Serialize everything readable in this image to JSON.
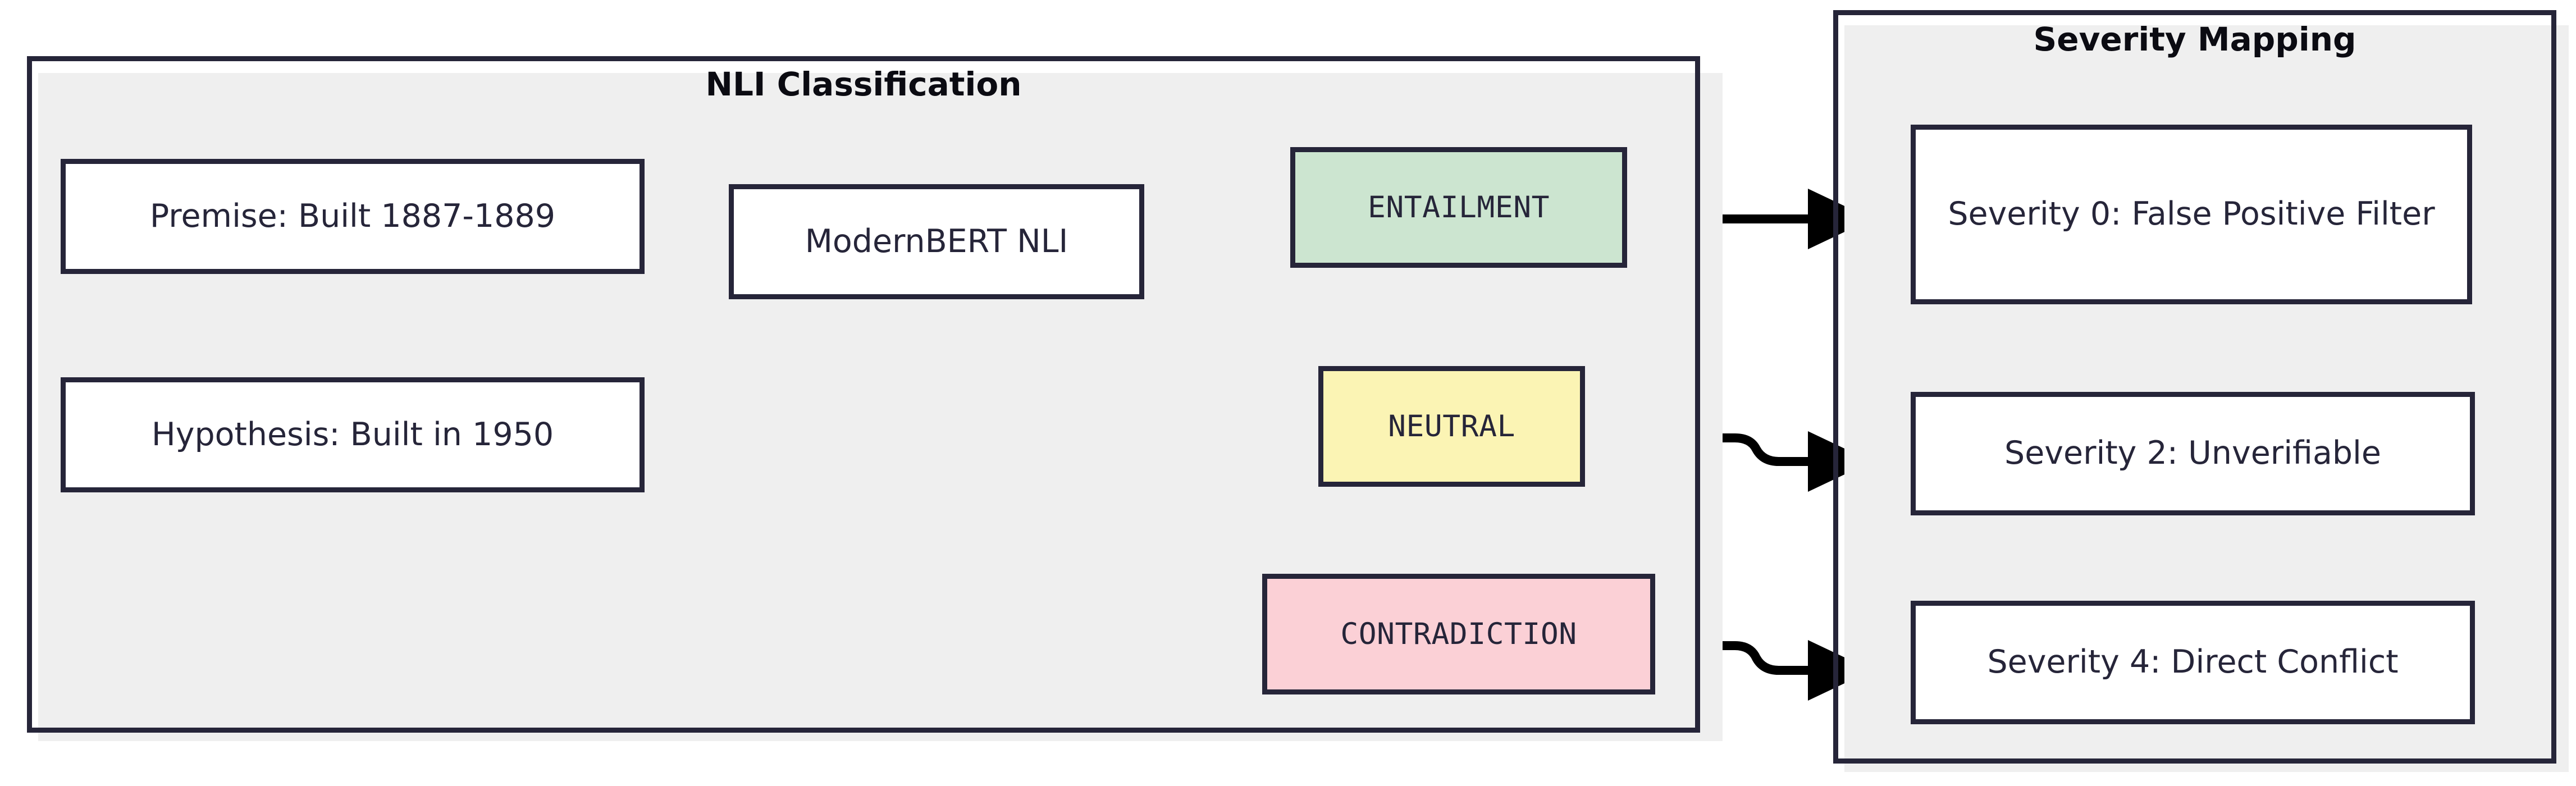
{
  "diagram": {
    "title": "NLI Classification to Severity Mapping flowchart",
    "type": "flowchart",
    "direction": "left-to-right",
    "background": "#ffffff",
    "colors": {
      "border": "#262539",
      "text": "#262539",
      "title_text": "#0b0b12",
      "edge": "#000000",
      "shadow": "#efefef",
      "entailment_fill": "#cce5d0",
      "neutral_fill": "#fbf4b4",
      "contradiction_fill": "#fbd0d6",
      "default_fill": "#ffffff"
    }
  },
  "clusters": [
    {
      "id": "nli",
      "title": "NLI Classification"
    },
    {
      "id": "severity",
      "title": "Severity Mapping"
    }
  ],
  "nodes": {
    "premise": {
      "label": "Premise: Built 1887-1889",
      "fill": "#ffffff",
      "cluster": "nli"
    },
    "hypothesis": {
      "label": "Hypothesis: Built in 1950",
      "fill": "#ffffff",
      "cluster": "nli"
    },
    "model": {
      "label": "ModernBERT NLI",
      "fill": "#ffffff",
      "cluster": "nli"
    },
    "entailment": {
      "label": "ENTAILMENT",
      "fill": "#cce5d0",
      "cluster": "nli"
    },
    "neutral": {
      "label": "NEUTRAL",
      "fill": "#fbf4b4",
      "cluster": "nli"
    },
    "contradiction": {
      "label": "CONTRADICTION",
      "fill": "#fbd0d6",
      "cluster": "nli"
    },
    "sev0": {
      "label": "Severity 0: False Positive Filter",
      "fill": "#ffffff",
      "cluster": "severity"
    },
    "sev2": {
      "label": "Severity 2: Unverifiable",
      "fill": "#ffffff",
      "cluster": "severity"
    },
    "sev4": {
      "label": "Severity 4: Direct Conflict",
      "fill": "#ffffff",
      "cluster": "severity"
    }
  },
  "edges": [
    {
      "from": "premise",
      "to": "model",
      "label": ""
    },
    {
      "from": "hypothesis",
      "to": "model",
      "label": ""
    },
    {
      "from": "model",
      "to": "entailment",
      "label": ""
    },
    {
      "from": "model",
      "to": "neutral",
      "label": ""
    },
    {
      "from": "model",
      "to": "contradiction",
      "label": ""
    },
    {
      "from": "entailment",
      "to": "sev0",
      "label": ""
    },
    {
      "from": "neutral",
      "to": "sev2",
      "label": ""
    },
    {
      "from": "contradiction",
      "to": "sev4",
      "label": ""
    }
  ]
}
